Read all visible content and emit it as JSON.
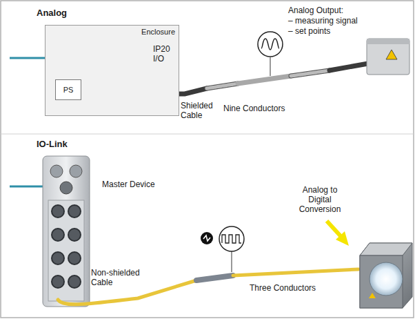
{
  "diagram": {
    "nodes": [
      {
        "text": [
          "Enclosure"
        ]
      },
      {
        "text": [
          "PS"
        ],
        "in": 0
      }
    ],
    "labels": [
      "Analog",
      "IP20 I/O",
      "Shielded Cable",
      "Nine Conductors",
      "Analog Output:",
      "– measuring signal",
      "– set points",
      "IO-Link",
      "Master Device",
      "Non-shielded Cable",
      "Three Conductors",
      "Analog to Digital Conversion"
    ]
  }
}
